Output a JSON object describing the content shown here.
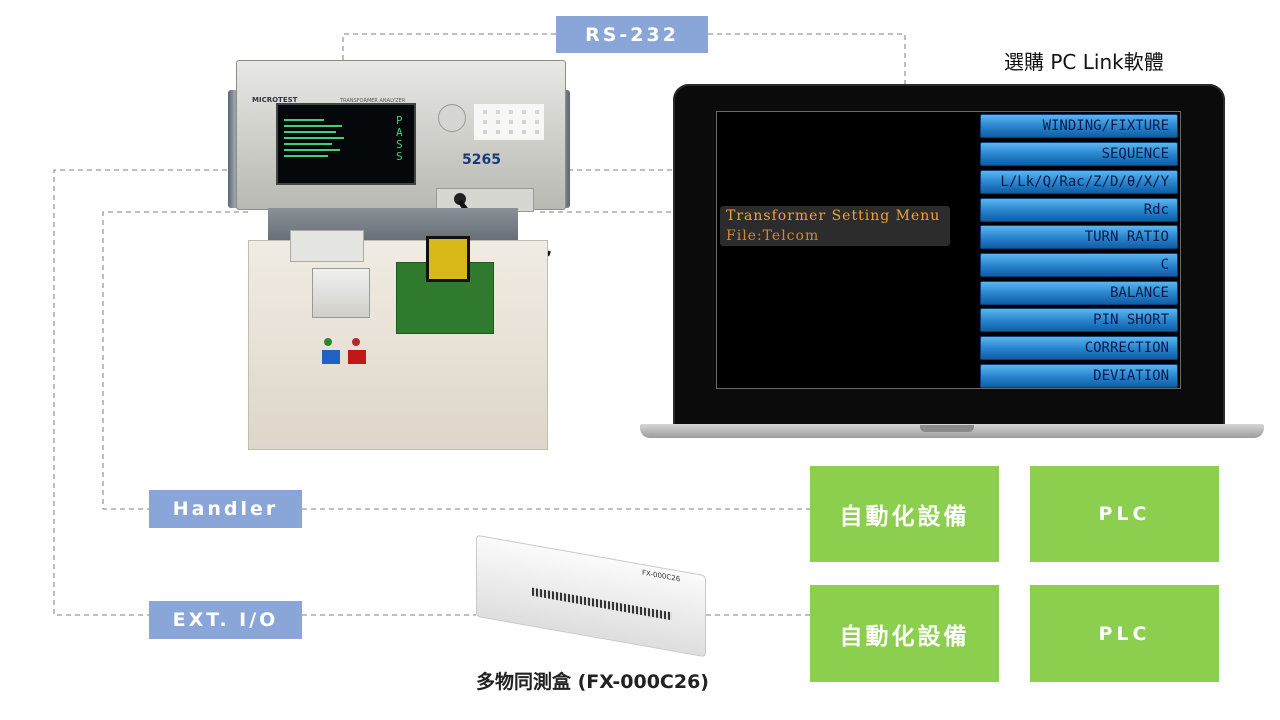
{
  "header": {
    "rs232_label": "RS-232",
    "pc_link_label": "選購 PC Link軟體"
  },
  "instrument": {
    "brand": "MICROTEST",
    "subtitle": "TRANSFORMER ANALYZER",
    "model": "5265",
    "lcd_status": "PASS"
  },
  "laptop_screen": {
    "menu_title": "Transformer Setting Menu",
    "file_label": "File:Telcom",
    "menu_items": [
      "WINDING/FIXTURE",
      "SEQUENCE",
      "L/Lk/Q/Rac/Z/D/θ/X/Y",
      "Rdc",
      "TURN RATIO",
      "C",
      "BALANCE",
      "PIN SHORT",
      "CORRECTION",
      "DEVIATION"
    ]
  },
  "connections": {
    "handler_label": "Handler",
    "ext_io_label": "EXT. I/O"
  },
  "devices": {
    "row1": {
      "automation": "自動化設備",
      "plc": "PLC"
    },
    "row2": {
      "automation": "自動化設備",
      "plc": "PLC"
    }
  },
  "multi_box": {
    "caption": "多物同測盒  (FX-000C26)",
    "model_print": "FX-000C26"
  },
  "colors": {
    "label_blue": "#8aa6d8",
    "device_green": "#8ccf4f",
    "menu_text_orange": "#f0a23a",
    "menu_button_blue": "#2a86cf"
  }
}
